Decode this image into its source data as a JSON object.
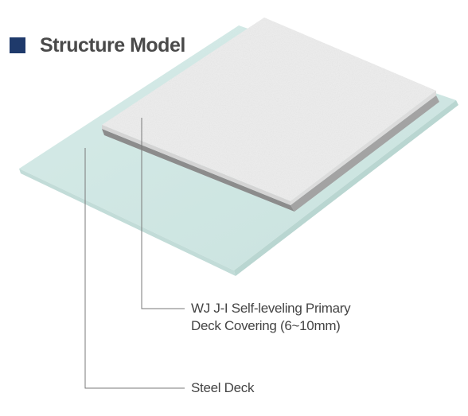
{
  "header": {
    "title": "Structure Model",
    "accent_color": "#1f3a6b"
  },
  "layers": [
    {
      "id": "primary-deck-covering",
      "label_line1": "WJ J-I Self-leveling Primary",
      "label_line2": "Deck Covering (6~10mm)",
      "color": "#f0f0f0"
    },
    {
      "id": "steel-deck",
      "label_line1": "Steel Deck",
      "color": "#cfe6e2"
    }
  ]
}
